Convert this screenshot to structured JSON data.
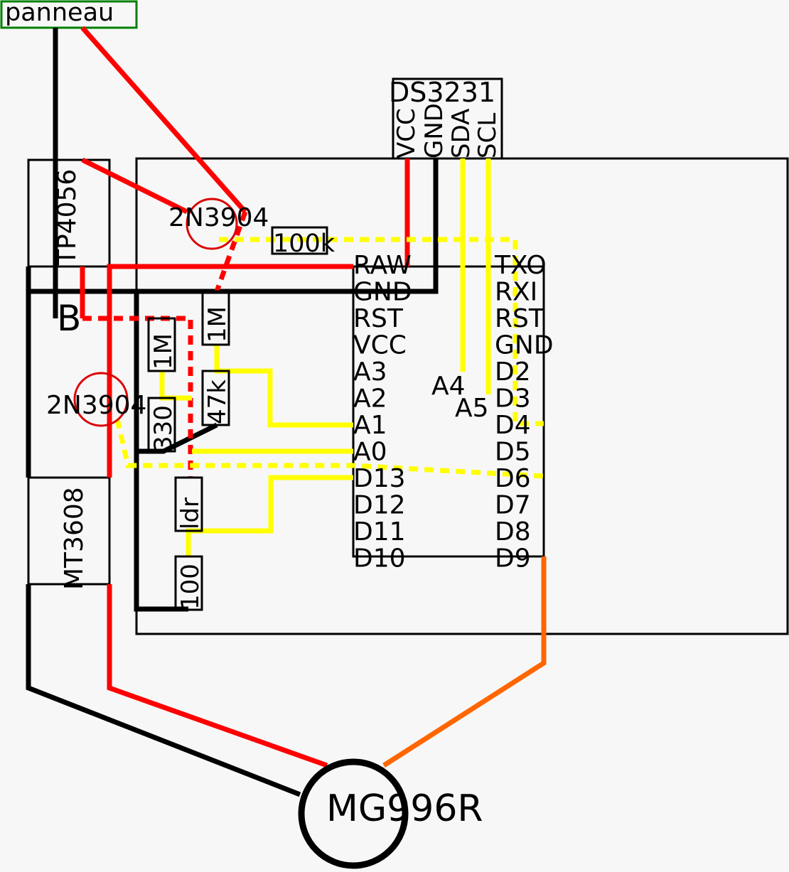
{
  "colors": {
    "background": "#f7f7f7",
    "power": "#ff0000",
    "ground": "#000000",
    "signal": "#ffff00",
    "servo_signal": "#ff6600",
    "panel_box": "#008000",
    "transistor": "#dd0000"
  },
  "labels": {
    "panneau": "panneau",
    "tp4056": "TP4056",
    "battery": "B",
    "mt3608": "MT3608",
    "transistor_top": "2N3904",
    "transistor_left": "2N3904",
    "ds3231_title": "DS3231",
    "servo": "MG996R"
  },
  "ds3231_pins": [
    "VCC",
    "GND",
    "SDA",
    "SCL"
  ],
  "resistors": {
    "r100k_top": "100k",
    "r1m_base": "1M",
    "r1m_left": "1M",
    "r47k": "47k",
    "r330": "330",
    "ldr": "ldr",
    "r100": "100"
  },
  "arduino": {
    "left_pins": [
      "RAW",
      "GND",
      "RST",
      "VCC",
      "A3",
      "A2",
      "A1",
      "A0",
      "D13",
      "D12",
      "D11",
      "D10"
    ],
    "right_pins": [
      "TXO",
      "RXI",
      "RST",
      "GND",
      "D2",
      "D3",
      "D4",
      "D5",
      "D6",
      "D7",
      "D8",
      "D9"
    ],
    "inner_a4": "A4",
    "inner_a5": "A5"
  }
}
